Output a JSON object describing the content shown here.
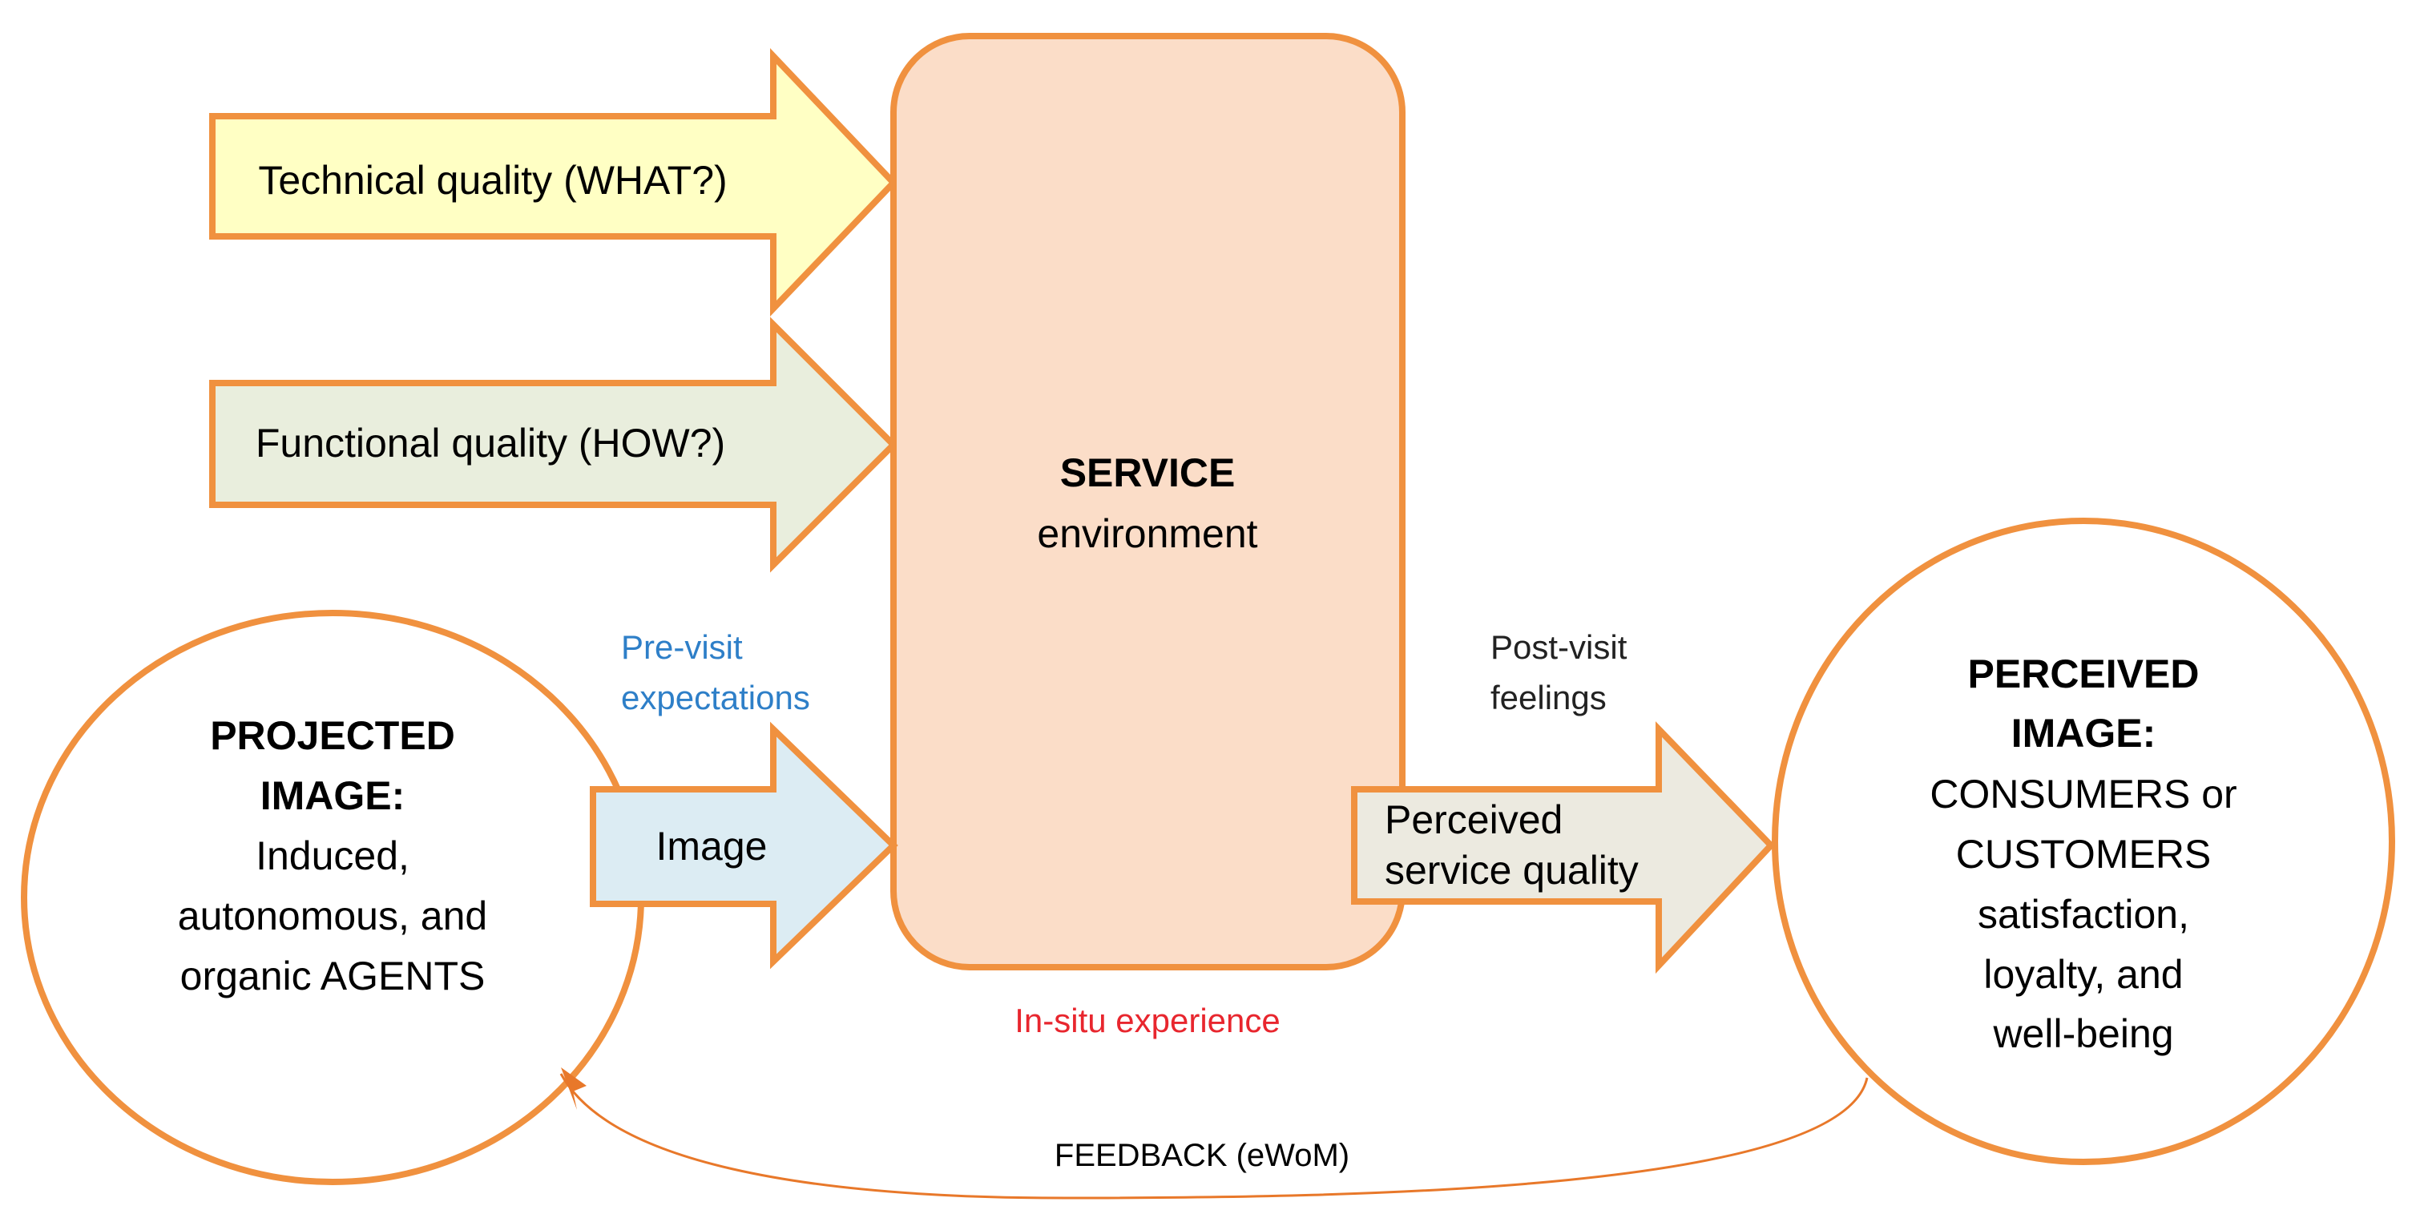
{
  "colors": {
    "outline": "#F0913F",
    "technical_fill": "#FFFFC4",
    "functional_fill": "#E9EEDD",
    "image_fill": "#DCECF3",
    "perceived_fill": "#ECEAE0",
    "service_fill": "#FBDDC8",
    "circle_fill": "#FFFFFF",
    "blue_label": "#2E7FC8",
    "red_label": "#E8262E",
    "text": "#000000"
  },
  "inputs": {
    "technical": "Technical quality (WHAT?)",
    "functional": "Functional  quality (HOW?)"
  },
  "service": {
    "title": "SERVICE",
    "subtitle": "environment"
  },
  "projected": {
    "line1": "PROJECTED",
    "line2": "IMAGE:",
    "line3": "Induced,",
    "line4": "autonomous,  and",
    "line5": "organic AGENTS"
  },
  "perceived": {
    "line1": "PERCEIVED",
    "line2": "IMAGE:",
    "line3": "CONSUMERS or",
    "line4": "CUSTOMERS",
    "line5": "satisfaction,",
    "line6": "loyalty, and",
    "line7": "well-being"
  },
  "image_arrow": {
    "label": "Image"
  },
  "perceived_arrow": {
    "line1": "Perceived",
    "line2": "service quality"
  },
  "labels": {
    "pre_visit_line1": "Pre-visit",
    "pre_visit_line2": "expectations",
    "post_visit_line1": "Post-visit",
    "post_visit_line2": "feelings",
    "in_situ": "In-situ experience",
    "feedback": "FEEDBACK  (eWoM)"
  }
}
